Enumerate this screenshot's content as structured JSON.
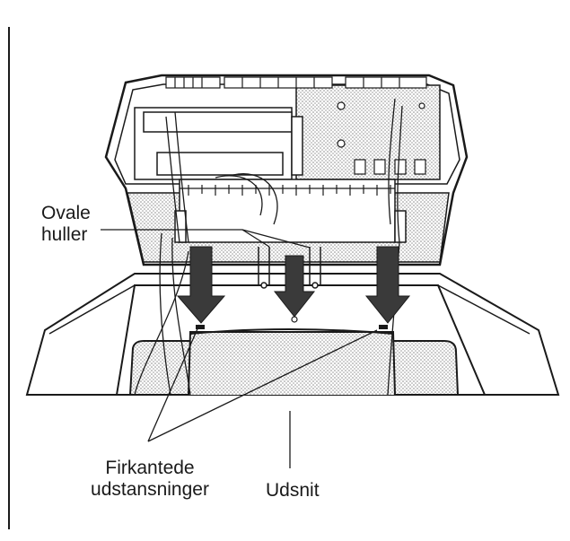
{
  "labels": {
    "oval_holes": [
      "Ovale",
      "huller"
    ],
    "square_punches": [
      "Firkantede",
      "udstansninger"
    ],
    "cutout": "Udsnit"
  },
  "colors": {
    "ink": "#1a1a1a",
    "stipple": "#c9c9c9",
    "arrow": "#3a3a3a",
    "paper": "#ffffff"
  },
  "icons": [
    "down-arrow-icon",
    "down-arrow-icon",
    "down-arrow-icon"
  ]
}
